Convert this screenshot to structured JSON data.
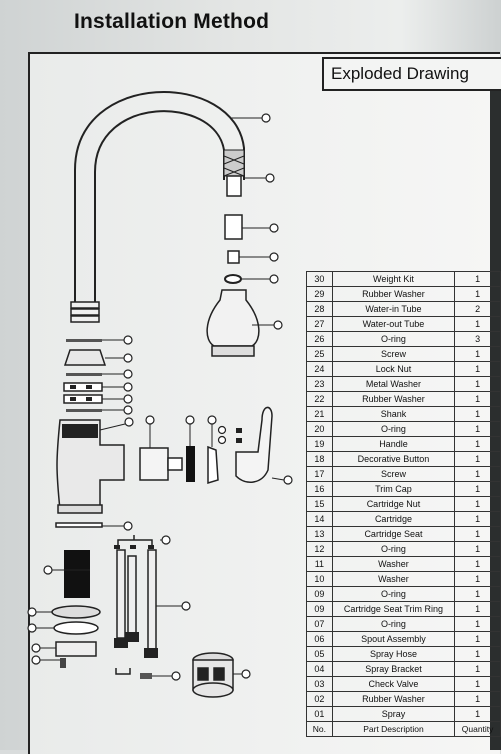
{
  "heading": "Installation Method",
  "subheading": "Exploded Drawing",
  "table": {
    "header": {
      "no": "No.",
      "desc": "Part Description",
      "qty": "Quantity"
    },
    "rows": [
      {
        "no": "30",
        "desc": "Weight Kit",
        "qty": "1"
      },
      {
        "no": "29",
        "desc": "Rubber Washer",
        "qty": "1"
      },
      {
        "no": "28",
        "desc": "Water-in Tube",
        "qty": "2"
      },
      {
        "no": "27",
        "desc": "Water-out Tube",
        "qty": "1"
      },
      {
        "no": "26",
        "desc": "O-ring",
        "qty": "3"
      },
      {
        "no": "25",
        "desc": "Screw",
        "qty": "1"
      },
      {
        "no": "24",
        "desc": "Lock Nut",
        "qty": "1"
      },
      {
        "no": "23",
        "desc": "Metal Washer",
        "qty": "1"
      },
      {
        "no": "22",
        "desc": "Rubber Washer",
        "qty": "1"
      },
      {
        "no": "21",
        "desc": "Shank",
        "qty": "1"
      },
      {
        "no": "20",
        "desc": "O-ring",
        "qty": "1"
      },
      {
        "no": "19",
        "desc": "Handle",
        "qty": "1"
      },
      {
        "no": "18",
        "desc": "Decorative Button",
        "qty": "1"
      },
      {
        "no": "17",
        "desc": "Screw",
        "qty": "1"
      },
      {
        "no": "16",
        "desc": "Trim Cap",
        "qty": "1"
      },
      {
        "no": "15",
        "desc": "Cartridge Nut",
        "qty": "1"
      },
      {
        "no": "14",
        "desc": "Cartridge",
        "qty": "1"
      },
      {
        "no": "13",
        "desc": "Cartridge Seat",
        "qty": "1"
      },
      {
        "no": "12",
        "desc": "O-ring",
        "qty": "1"
      },
      {
        "no": "11",
        "desc": "Washer",
        "qty": "1"
      },
      {
        "no": "10",
        "desc": "Washer",
        "qty": "1"
      },
      {
        "no": "09",
        "desc": "O-ring",
        "qty": "1"
      },
      {
        "no": "09",
        "desc": "Cartridge Seat Trim Ring",
        "qty": "1"
      },
      {
        "no": "07",
        "desc": "O-ring",
        "qty": "1"
      },
      {
        "no": "06",
        "desc": "Spout Assembly",
        "qty": "1"
      },
      {
        "no": "05",
        "desc": "Spray Hose",
        "qty": "1"
      },
      {
        "no": "04",
        "desc": "Spray Bracket",
        "qty": "1"
      },
      {
        "no": "03",
        "desc": "Check Valve",
        "qty": "1"
      },
      {
        "no": "02",
        "desc": "Rubber Washer",
        "qty": "1"
      },
      {
        "no": "01",
        "desc": "Spray",
        "qty": "1"
      }
    ]
  }
}
